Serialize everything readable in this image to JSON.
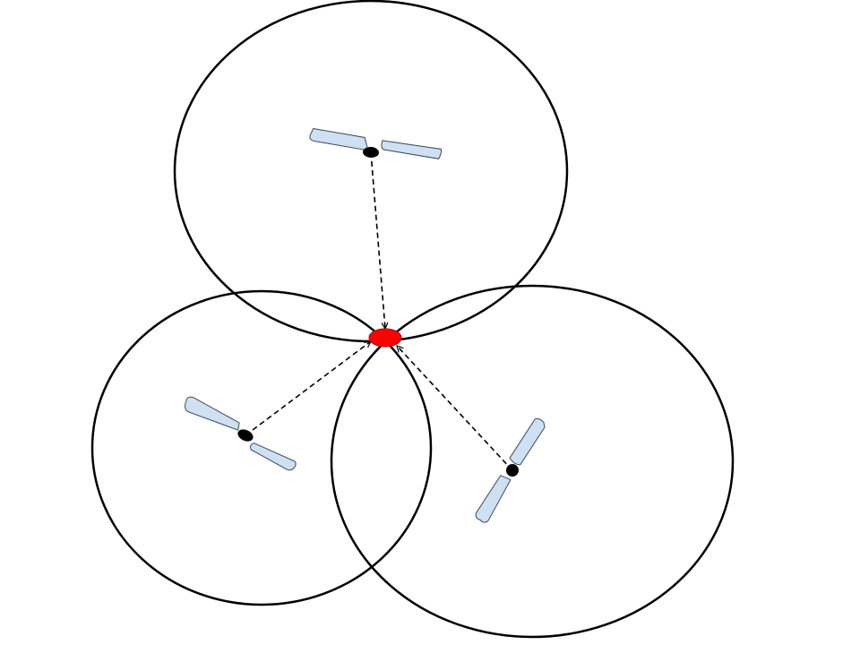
{
  "diagram": {
    "colors": {
      "background": "#ffffff",
      "range_circle_stroke": "#000000",
      "receiver_fill": "#ff0000",
      "satellite_body": "#000000",
      "solar_panel_fill": "#cfe0f3",
      "solar_panel_stroke": "#3a4a5c",
      "measurement_line": "#000000"
    },
    "satellites": [
      {
        "id": "top",
        "icon": "satellite-icon"
      },
      {
        "id": "left",
        "icon": "satellite-icon"
      },
      {
        "id": "right",
        "icon": "satellite-icon"
      }
    ],
    "range_circles": [
      {
        "id": "top"
      },
      {
        "id": "left"
      },
      {
        "id": "right"
      }
    ],
    "receiver": {
      "icon": "receiver-position-icon"
    },
    "measurement_lines": [
      {
        "from": "top",
        "to": "receiver"
      },
      {
        "from": "left",
        "to": "receiver"
      },
      {
        "from": "right",
        "to": "receiver"
      }
    ]
  }
}
